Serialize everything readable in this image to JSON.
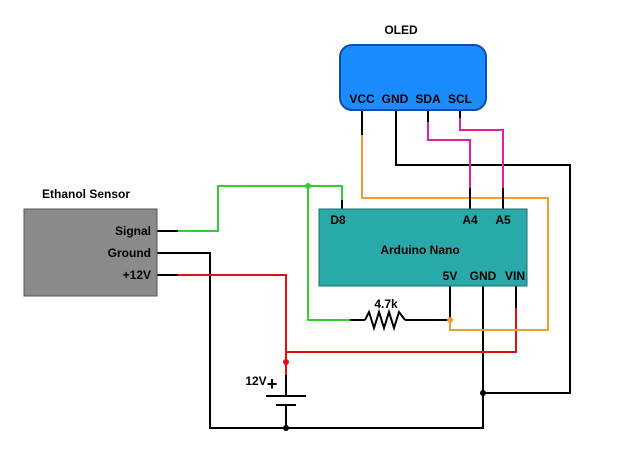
{
  "oled": {
    "title": "OLED",
    "pins": [
      "VCC",
      "GND",
      "SDA",
      "SCL"
    ]
  },
  "sensor": {
    "title": "Ethanol Sensor",
    "pins": [
      "Signal",
      "Ground",
      "+12V"
    ]
  },
  "arduino": {
    "title": "Arduino Nano",
    "pin_d8": "D8",
    "pin_a4": "A4",
    "pin_a5": "A5",
    "pin_5v": "5V",
    "pin_gnd": "GND",
    "pin_vin": "VIN"
  },
  "resistor": {
    "label": "4.7k"
  },
  "battery": {
    "label": "12V",
    "plus": "+"
  },
  "colors": {
    "oled_fill": "#1a8cff",
    "oled_stroke": "#0a4fb0",
    "arduino_fill": "#2aa9a9",
    "sensor_fill": "#8a8a8a",
    "wire_black": "#000000",
    "wire_green": "#33cc33",
    "wire_red": "#e01010",
    "wire_orange": "#f0a030",
    "wire_magenta": "#e020a0"
  }
}
